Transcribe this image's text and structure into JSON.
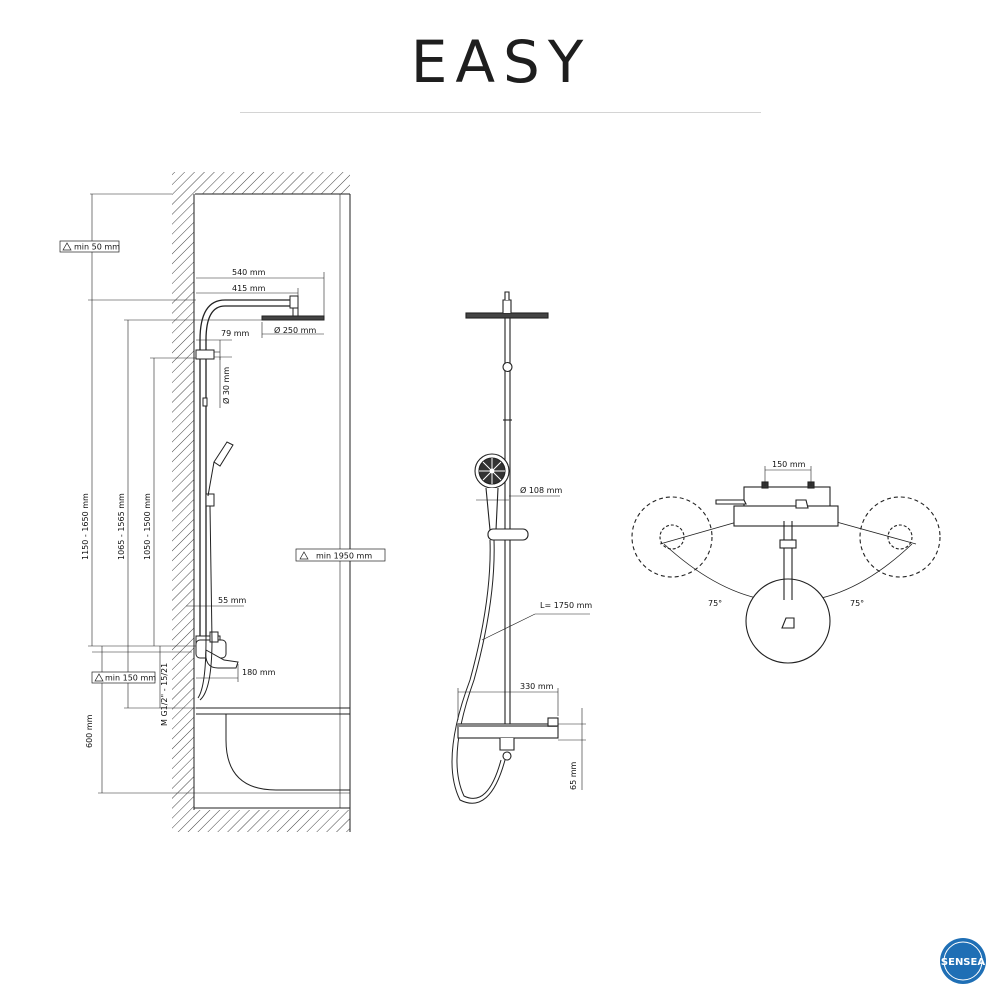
{
  "title": "EASY",
  "colors": {
    "line": "#222222",
    "hatch": "#444444",
    "logo": "#1f6fb5"
  },
  "side_view": {
    "warn_min_50": "min 50 mm",
    "arm_540": "540 mm",
    "arm_415": "415 mm",
    "head_250": "Ø 250 mm",
    "offset_79": "79 mm",
    "pipe_30": "Ø 30 mm",
    "height_1150_1650": "1150 - 1650 mm",
    "height_1065_1565": "1065 - 1565 mm",
    "height_1050_1500": "1050 - 1500 mm",
    "warn_min_1950": "min 1950 mm",
    "offset_55": "55 mm",
    "warn_min_150": "min 150 mm",
    "connection": "M G1/2\" - 15/21",
    "spout_180": "180 mm",
    "height_600": "600 mm"
  },
  "front_view": {
    "hand_108": "Ø 108 mm",
    "hose_length": "L= 1750 mm",
    "width_330": "330 mm",
    "height_65": "65 mm"
  },
  "top_view": {
    "center_150": "150 mm",
    "angle_left": "75°",
    "angle_right": "75°"
  },
  "logo": {
    "text": "SENSEA",
    "icon": "sensea-logo-icon"
  }
}
